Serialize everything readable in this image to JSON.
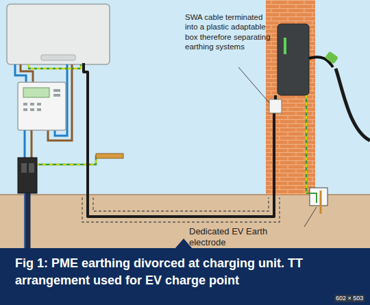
{
  "diagram": {
    "caption": "Fig 1: PME earthing divorced at charging unit. TT arrangement used for EV charge point",
    "labels": [
      "SWA cable terminated into a plastic adaptable box therefore separating earthing systems",
      "Dedicated EV Earth electrode",
      "602 × 503"
    ]
  }
}
